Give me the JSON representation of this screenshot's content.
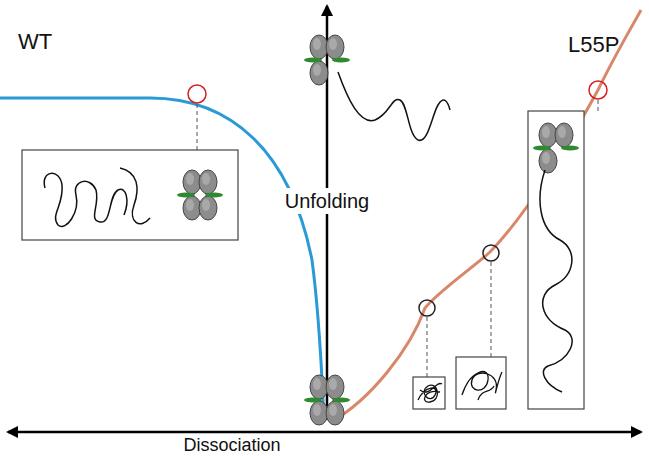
{
  "diagram": {
    "labels": [
      "WT",
      "Unfolding",
      "L55P",
      "Dissociation"
    ]
  }
}
